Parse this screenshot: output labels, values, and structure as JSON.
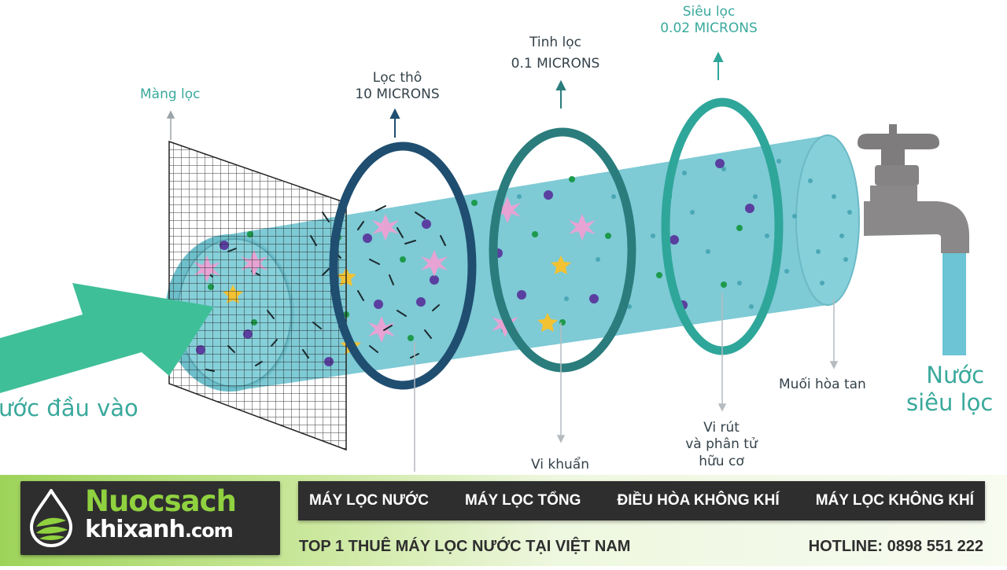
{
  "diagram": {
    "mesh_label": "Màng lọc",
    "coarse": {
      "name": "Lọc thô",
      "size": "10 MICRONS"
    },
    "fine": {
      "name": "Tinh lọc",
      "size": "0.1 MICRONS"
    },
    "ultra": {
      "name": "Siêu lọc",
      "size": "0.02 MICRONS"
    },
    "inlet": "ước đầu vào",
    "outlet_line1": "Nước",
    "outlet_line2": "siêu lọc",
    "salt": "Muối hòa tan",
    "bacteria": "Vi khuẩn",
    "virus_line1": "Vi rút",
    "virus_line2": "và phân tử",
    "virus_line3": "hữu cơ"
  },
  "colors": {
    "pipe": "#7ecad5",
    "ring_coarse": "#1f4e70",
    "ring_fine": "#2a7d7c",
    "ring_ultra": "#2fa69a",
    "arrow": "#3fbf98",
    "banner_green": "#9ed35a"
  },
  "brand": {
    "name_part1": "Nuocsach",
    "name_part2": "khixanh",
    "name_part3": ".com",
    "icon": "water-drop-leaf-icon"
  },
  "menu": [
    {
      "label": "MÁY LỌC NƯỚC"
    },
    {
      "label": "MÁY LỌC TỔNG"
    },
    {
      "label": "ĐIỀU HÒA KHÔNG KHÍ"
    },
    {
      "label": "MÁY LỌC KHÔNG KHÍ"
    }
  ],
  "tagline": "TOP 1 THUÊ MÁY LỌC NƯỚC TẠI VIỆT NAM",
  "hotline": "HOTLINE: 0898 551 222"
}
